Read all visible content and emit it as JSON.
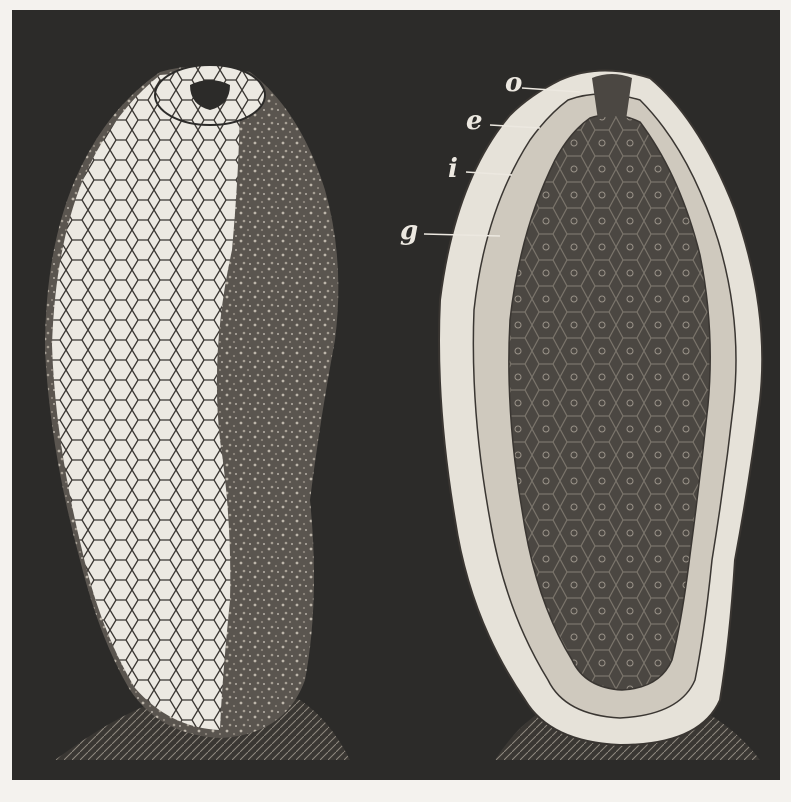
{
  "labels": {
    "o": "o",
    "e": "e",
    "i": "i",
    "g": "g"
  },
  "colors": {
    "frame": "#f4f2ee",
    "background": "#2c2b29",
    "cell_light": "#ece9e2",
    "cell_outline": "#3a3632",
    "cell_dark": "#4e4a45",
    "label_text": "#ece8e0"
  }
}
